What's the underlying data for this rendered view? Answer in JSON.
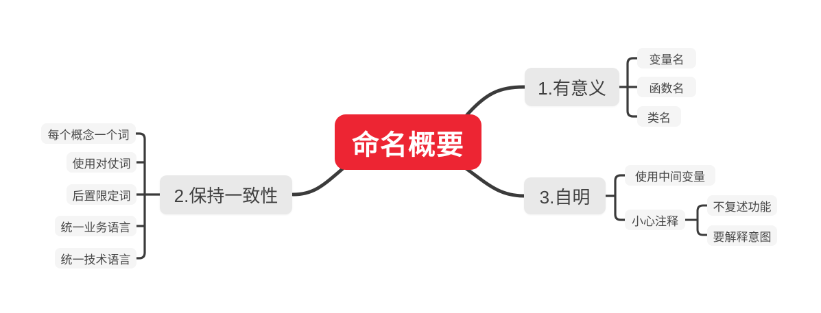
{
  "mindmap": {
    "root": {
      "label": "命名概要"
    },
    "branches": [
      {
        "label": "1.有意义",
        "children": [
          {
            "label": "变量名"
          },
          {
            "label": "函数名"
          },
          {
            "label": "类名"
          }
        ]
      },
      {
        "label": "2.保持一致性",
        "children": [
          {
            "label": "每个概念一个词"
          },
          {
            "label": "使用对仗词"
          },
          {
            "label": "后置限定词"
          },
          {
            "label": "统一业务语言"
          },
          {
            "label": "统一技术语言"
          }
        ]
      },
      {
        "label": "3.自明",
        "children": [
          {
            "label": "使用中间变量"
          },
          {
            "label": "小心注释",
            "children": [
              {
                "label": "不复述功能"
              },
              {
                "label": "要解释意图"
              }
            ]
          }
        ]
      }
    ]
  },
  "colors": {
    "canvas_bg": "#FFFFFF",
    "root_bg": "#ED2533",
    "root_text": "#FFFFFF",
    "branch_bg": "#E9E9E9",
    "leaf_bg": "#F5F5F5",
    "node_text": "#404040",
    "connector": "#3B3B3B"
  }
}
